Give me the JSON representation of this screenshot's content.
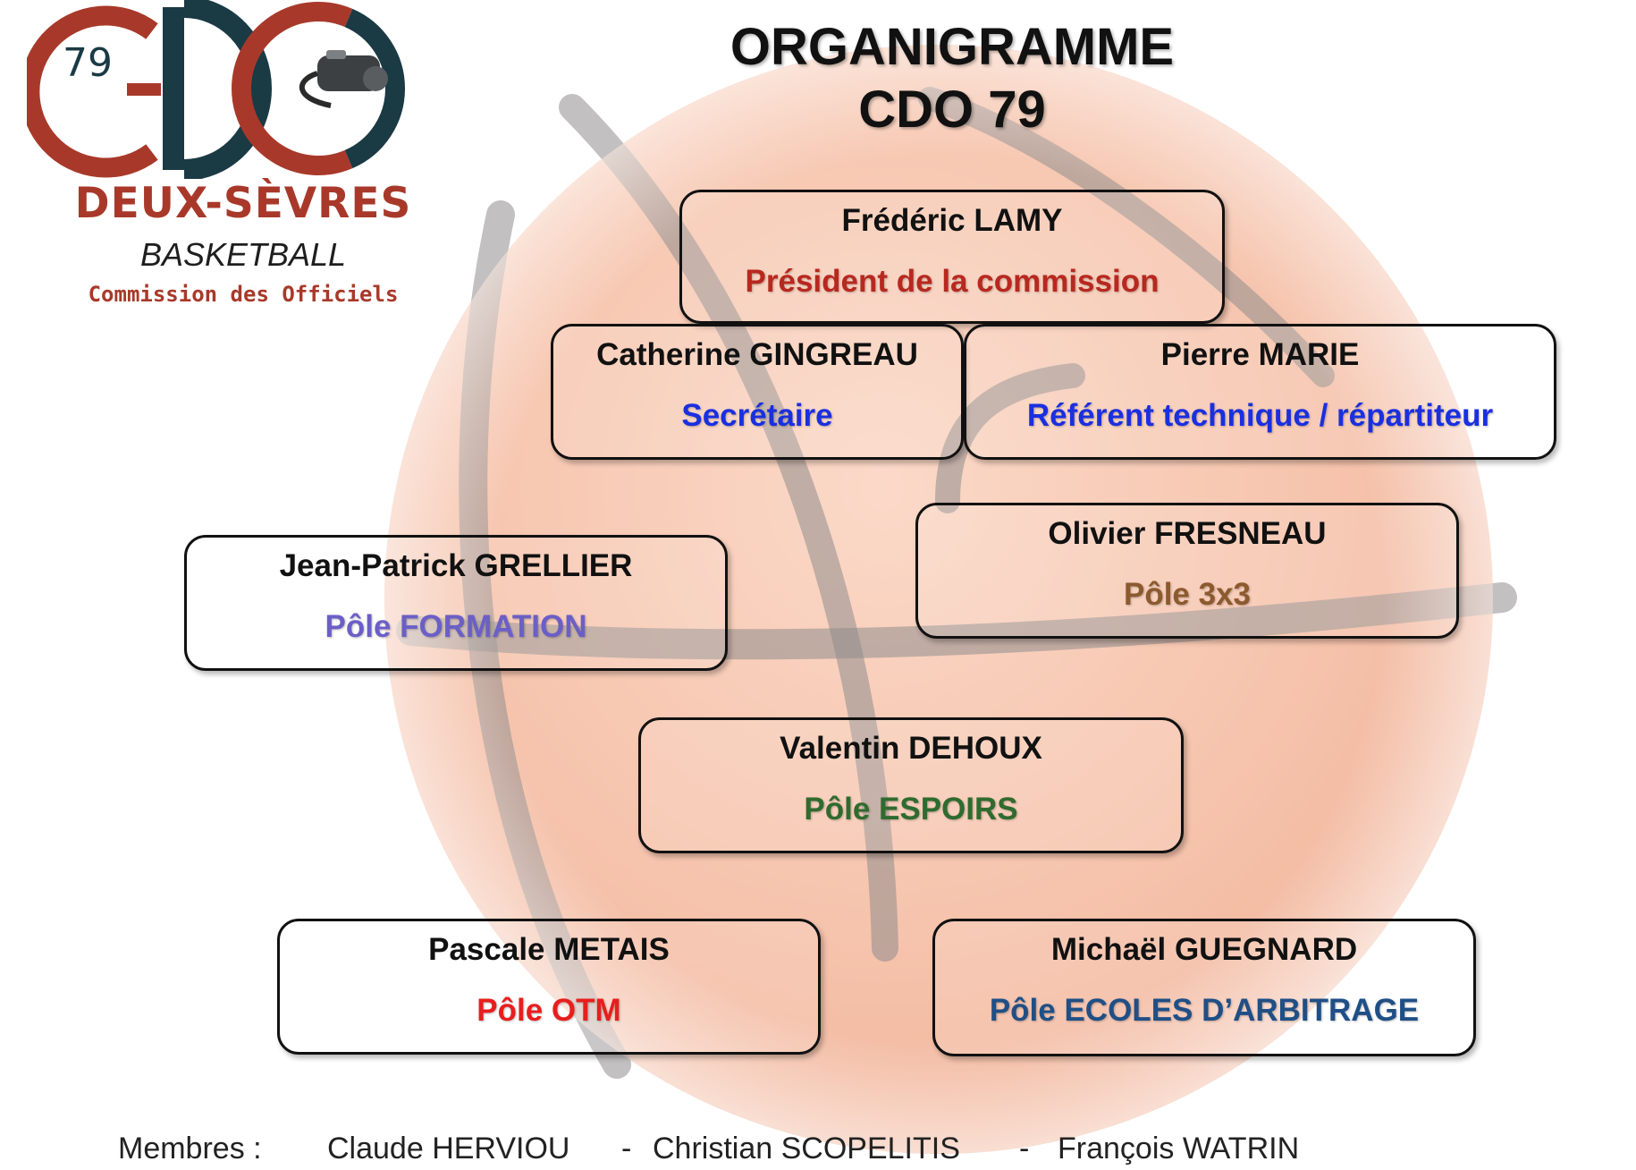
{
  "logo": {
    "region_number": "79",
    "name": "DEUX-SÈVRES",
    "sport": "BASKETBALL",
    "tagline": "Commission des Officiels",
    "icon": "whistle-icon"
  },
  "title": {
    "line1": "ORGANIGRAMME",
    "line2": "CDO 79"
  },
  "colors": {
    "president_role": "#b8281f",
    "secretary_role": "#1a2fe0",
    "technical_role": "#1a2fe0",
    "formation_role": "#6b5fc7",
    "three_by_three_role": "#8c5a2e",
    "espoirs_role": "#2f6b2f",
    "otm_role": "#e81e1e",
    "schools_role": "#1f4f86",
    "logo_accent": "#a8392a",
    "logo_dark": "#1a3a44"
  },
  "org": {
    "president": {
      "name": "Frédéric LAMY",
      "role": "Président de la commission"
    },
    "secretary": {
      "name": "Catherine GINGREAU",
      "role": "Secrétaire"
    },
    "technical": {
      "name": "Pierre MARIE",
      "role": "Référent technique / répartiteur"
    },
    "formation": {
      "name": "Jean-Patrick GRELLIER",
      "role": "Pôle FORMATION"
    },
    "three_by_three": {
      "name": "Olivier FRESNEAU",
      "role": "Pôle 3x3"
    },
    "espoirs": {
      "name": "Valentin DEHOUX",
      "role": "Pôle ESPOIRS"
    },
    "otm": {
      "name": "Pascale METAIS",
      "role": "Pôle OTM"
    },
    "schools": {
      "name": "Michaël GUEGNARD",
      "role": "Pôle ECOLES D’ARBITRAGE"
    }
  },
  "members": {
    "label": "Membres :",
    "names": [
      "Claude HERVIOU",
      "Christian SCOPELITIS",
      "François WATRIN"
    ],
    "separator": "-"
  }
}
